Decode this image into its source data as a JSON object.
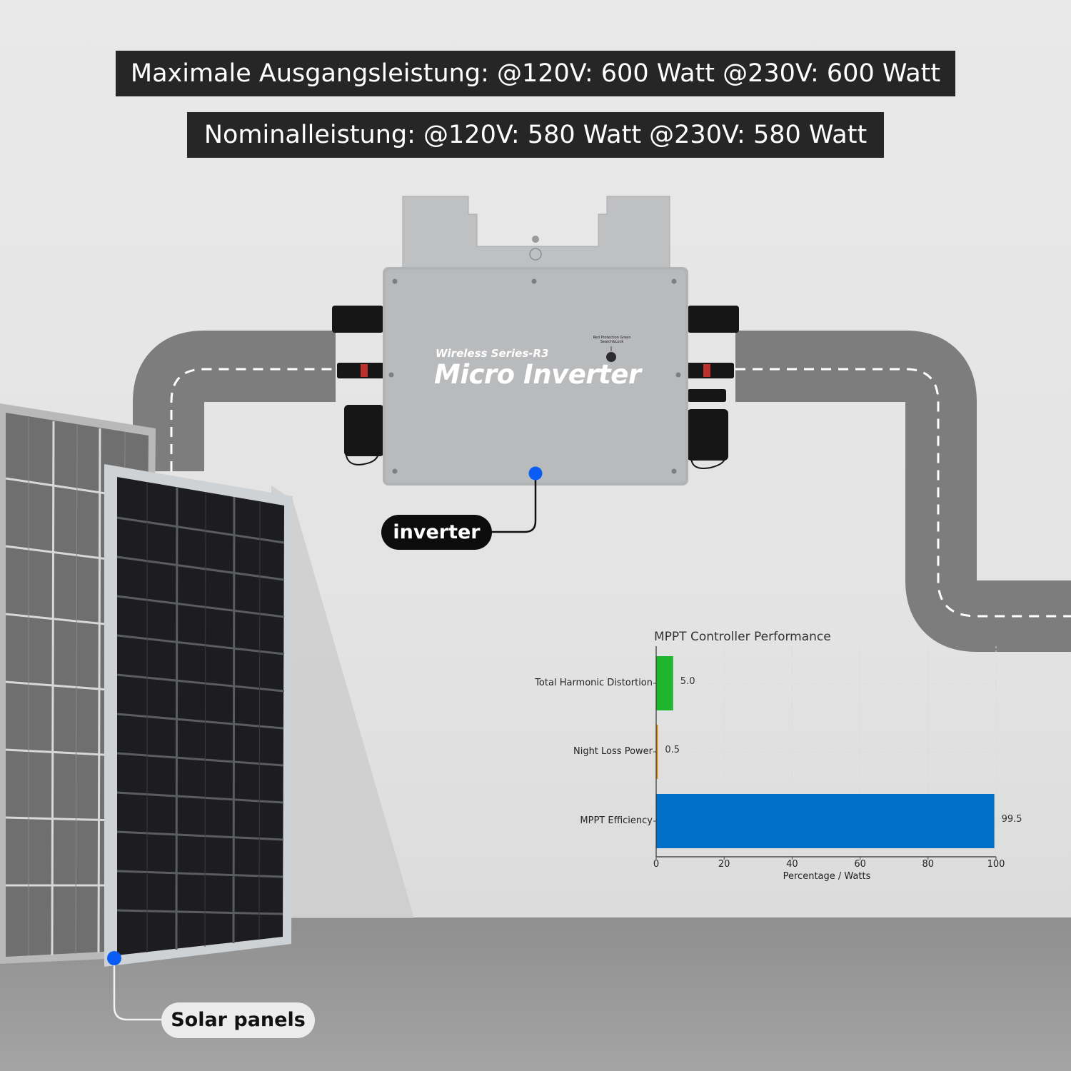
{
  "banners": {
    "max_output": "Maximale Ausgangsleistung: @120V: 600 Watt @230V: 600 Watt",
    "nominal": "Nominalleistung: @120V: 580 Watt @230V: 580 Watt"
  },
  "inverter": {
    "series": "Wireless Series-R3",
    "name": "Micro Inverter",
    "led_note": "Red Protection Green Search&Lock"
  },
  "labels": {
    "inverter": "inverter",
    "solar_panels": "Solar panels"
  },
  "colors": {
    "banner_bg": "#262626",
    "callout_dot": "#0a5cf5",
    "road": "#7d7d7d",
    "bar_thd": "#1fb52e",
    "bar_night": "#e08a00",
    "bar_mppt": "#0070c8"
  },
  "chart_data": {
    "type": "bar",
    "orientation": "horizontal",
    "title": "MPPT Controller Performance",
    "categories": [
      "Total Harmonic Distortion",
      "Night Loss Power",
      "MPPT Efficiency"
    ],
    "values": [
      5.0,
      0.5,
      99.5
    ],
    "value_labels": [
      "5.0",
      "0.5",
      "99.5"
    ],
    "xlabel": "Percentage / Watts",
    "ylabel": "",
    "xlim": [
      0,
      100
    ],
    "xticks": [
      "0",
      "20",
      "40",
      "60",
      "80",
      "100"
    ],
    "grid": true
  }
}
